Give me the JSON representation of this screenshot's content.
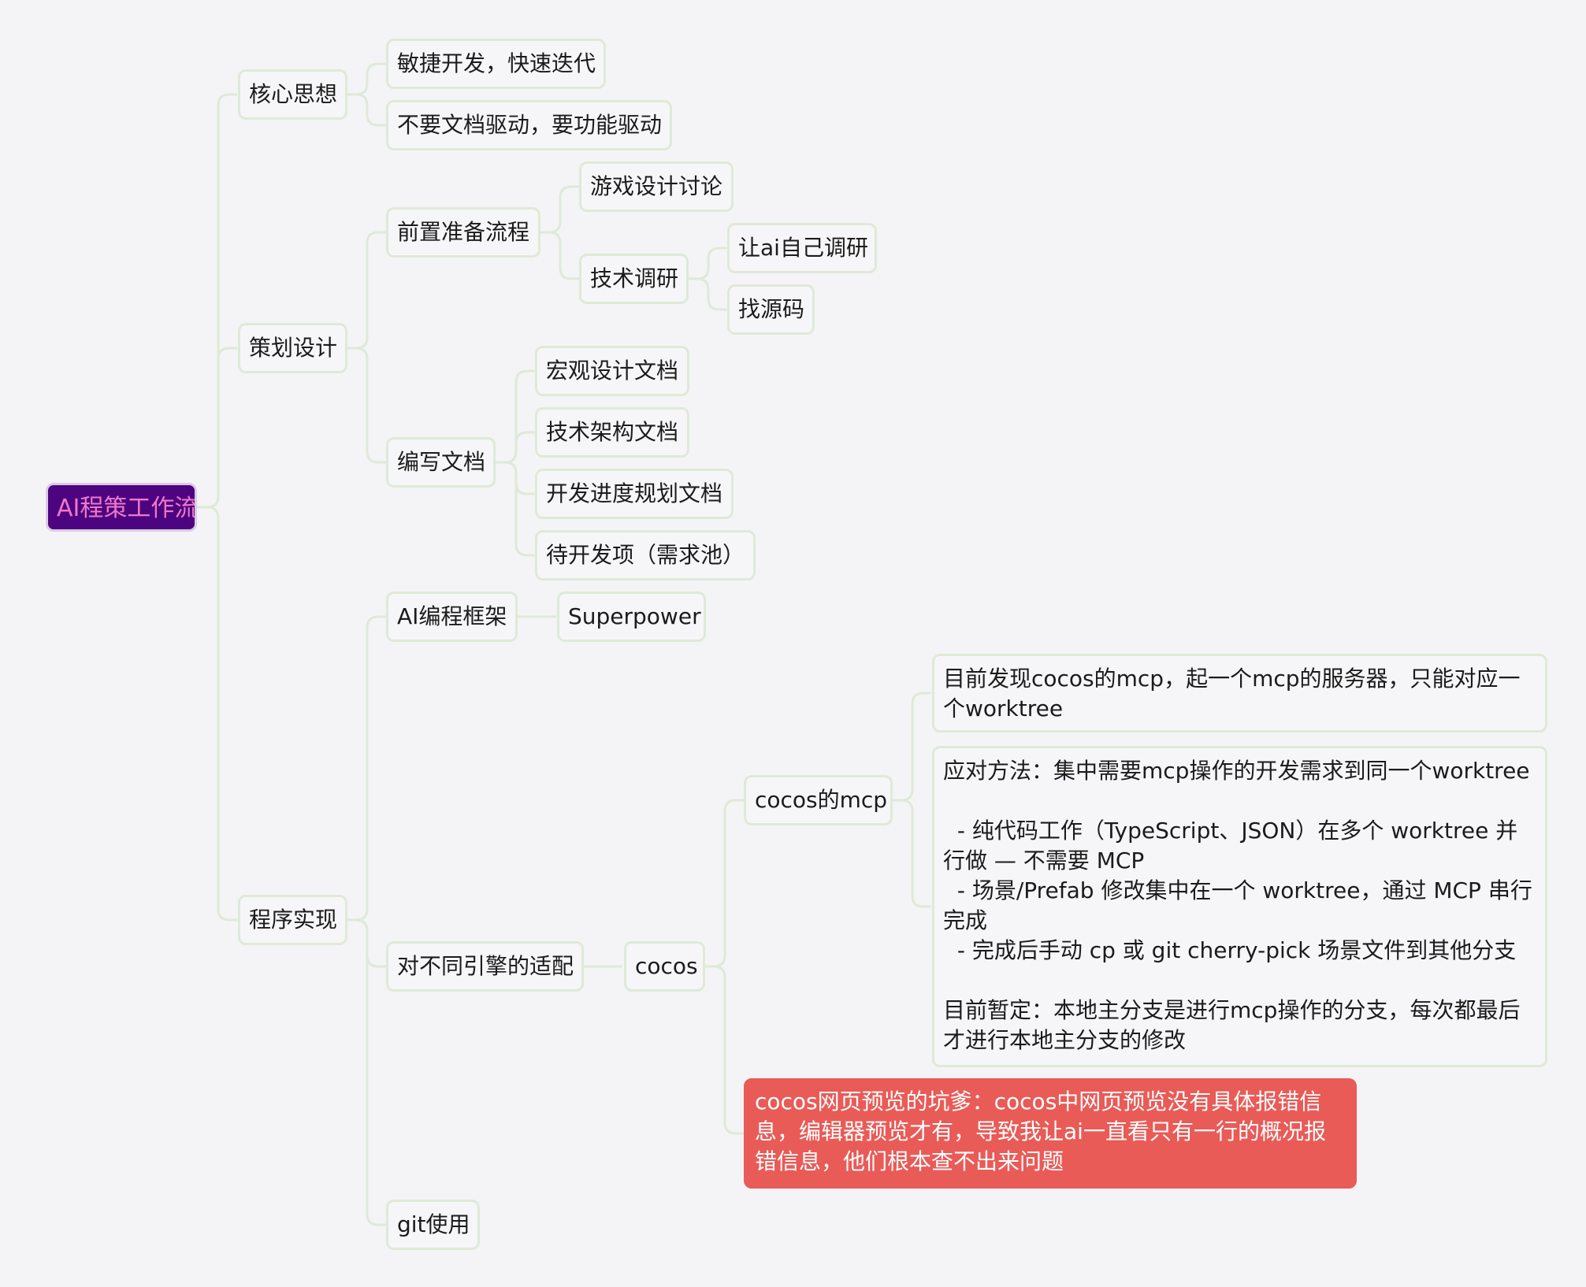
{
  "root": "AI程策工作流",
  "branches": {
    "core": {
      "label": "核心思想",
      "items": [
        "敏捷开发，快速迭代",
        "不要文档驱动，要功能驱动"
      ]
    },
    "plan": {
      "label": "策划设计",
      "prep": {
        "label": "前置准备流程",
        "game_design": "游戏设计讨论",
        "tech": {
          "label": "技术调研",
          "items": [
            "让ai自己调研",
            "找源码"
          ]
        }
      },
      "docs": {
        "label": "编写文档",
        "items": [
          "宏观设计文档",
          "技术架构文档",
          "开发进度规划文档",
          "待开发项（需求池）"
        ]
      }
    },
    "impl": {
      "label": "程序实现",
      "framework": {
        "label": "AI编程框架",
        "item": "Superpower"
      },
      "engines": {
        "label": "对不同引擎的适配",
        "cocos": {
          "label": "cocos",
          "mcp": {
            "label": "cocos的mcp",
            "notes": [
              "目前发现cocos的mcp，起一个mcp的服务器，只能对应一个worktree",
              "应对方法：集中需要mcp操作的开发需求到同一个worktree\n\n  - 纯代码工作（TypeScript、JSON）在多个 worktree 并行做 — 不需要 MCP\n  - 场景/Prefab 修改集中在一个 worktree，通过 MCP 串行完成\n  - 完成后手动 cp 或 git cherry-pick 场景文件到其他分支\n\n目前暂定：本地主分支是进行mcp操作的分支，每次都最后才进行本地主分支的修改"
            ]
          },
          "pitfall": "cocos网页预览的坑爹：cocos中网页预览没有具体报错信息，编辑器预览才有，导致我让ai一直看只有一行的概况报错信息，他们根本查不出来问题"
        }
      },
      "git": "git使用"
    }
  },
  "colors": {
    "root_fill": "#4d0480",
    "root_text": "#f077c9",
    "node_border": "#dfe9d9",
    "connector": "#dfe9d9",
    "alert_fill": "#e95b57"
  }
}
